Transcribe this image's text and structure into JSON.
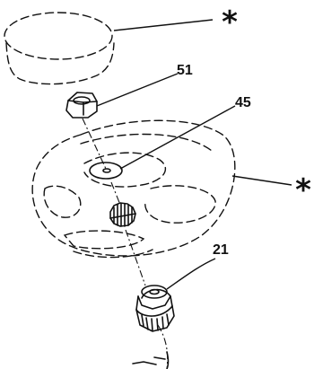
{
  "diagram": {
    "callouts": [
      {
        "id": "cover",
        "text": "*"
      },
      {
        "id": "nut",
        "text": "51"
      },
      {
        "id": "washer",
        "text": "45"
      },
      {
        "id": "wheel",
        "text": "*"
      },
      {
        "id": "hub-nut",
        "text": "21"
      }
    ]
  }
}
